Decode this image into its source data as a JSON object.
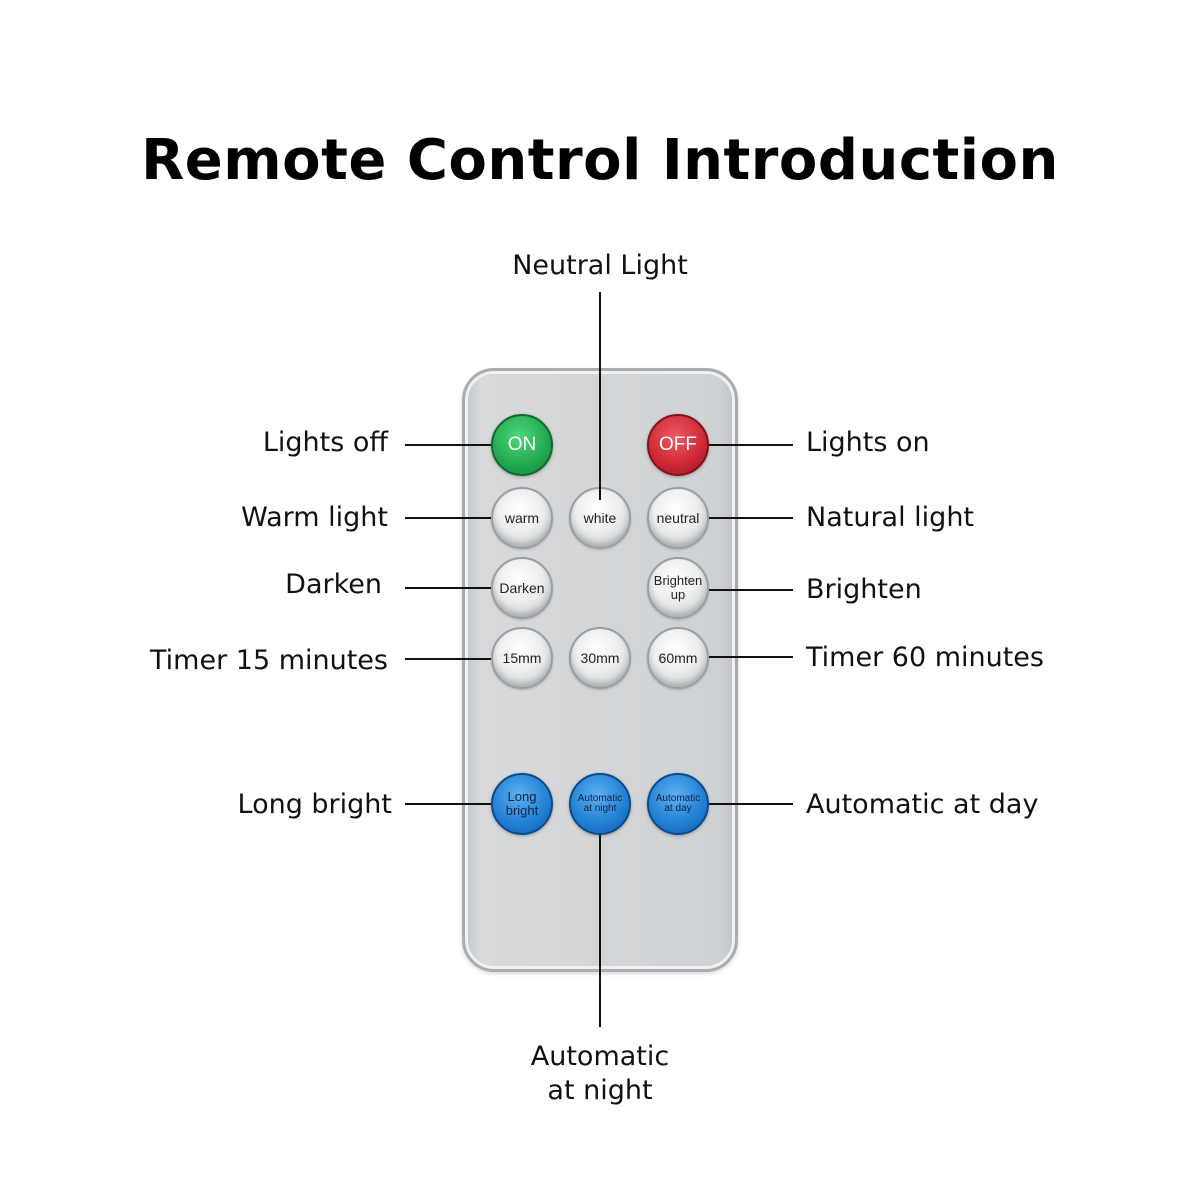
{
  "title": "Remote Control Introduction",
  "buttons": {
    "on": "ON",
    "off": "OFF",
    "warm": "warm",
    "white": "white",
    "neutral": "neutral",
    "darken": "Darken",
    "brighten_line1": "Brighten",
    "brighten_line2": "up",
    "t15": "15mm",
    "t30": "30mm",
    "t60": "60mm",
    "long_line1": "Long",
    "long_line2": "bright",
    "auto_night_line1": "Automatic",
    "auto_night_line2": "at night",
    "auto_day_line1": "Automatic",
    "auto_day_line2": "at day"
  },
  "labels": {
    "neutral_light": "Neutral Light",
    "lights_off": "Lights off",
    "lights_on": "Lights on",
    "warm_light": "Warm light",
    "natural_light": "Natural light",
    "darken": "Darken",
    "brighten": "Brighten",
    "timer15": "Timer 15 minutes",
    "timer60": "Timer 60 minutes",
    "long_bright": "Long bright",
    "automatic_at_day": "Automatic at day",
    "automatic_at_night_line1": "Automatic",
    "automatic_at_night_line2": "at night"
  },
  "colors": {
    "on_button": "#22a84f",
    "off_button": "#cc2733",
    "mode_buttons": "#1f7fd4",
    "remote_body": "#d3d5d7"
  }
}
